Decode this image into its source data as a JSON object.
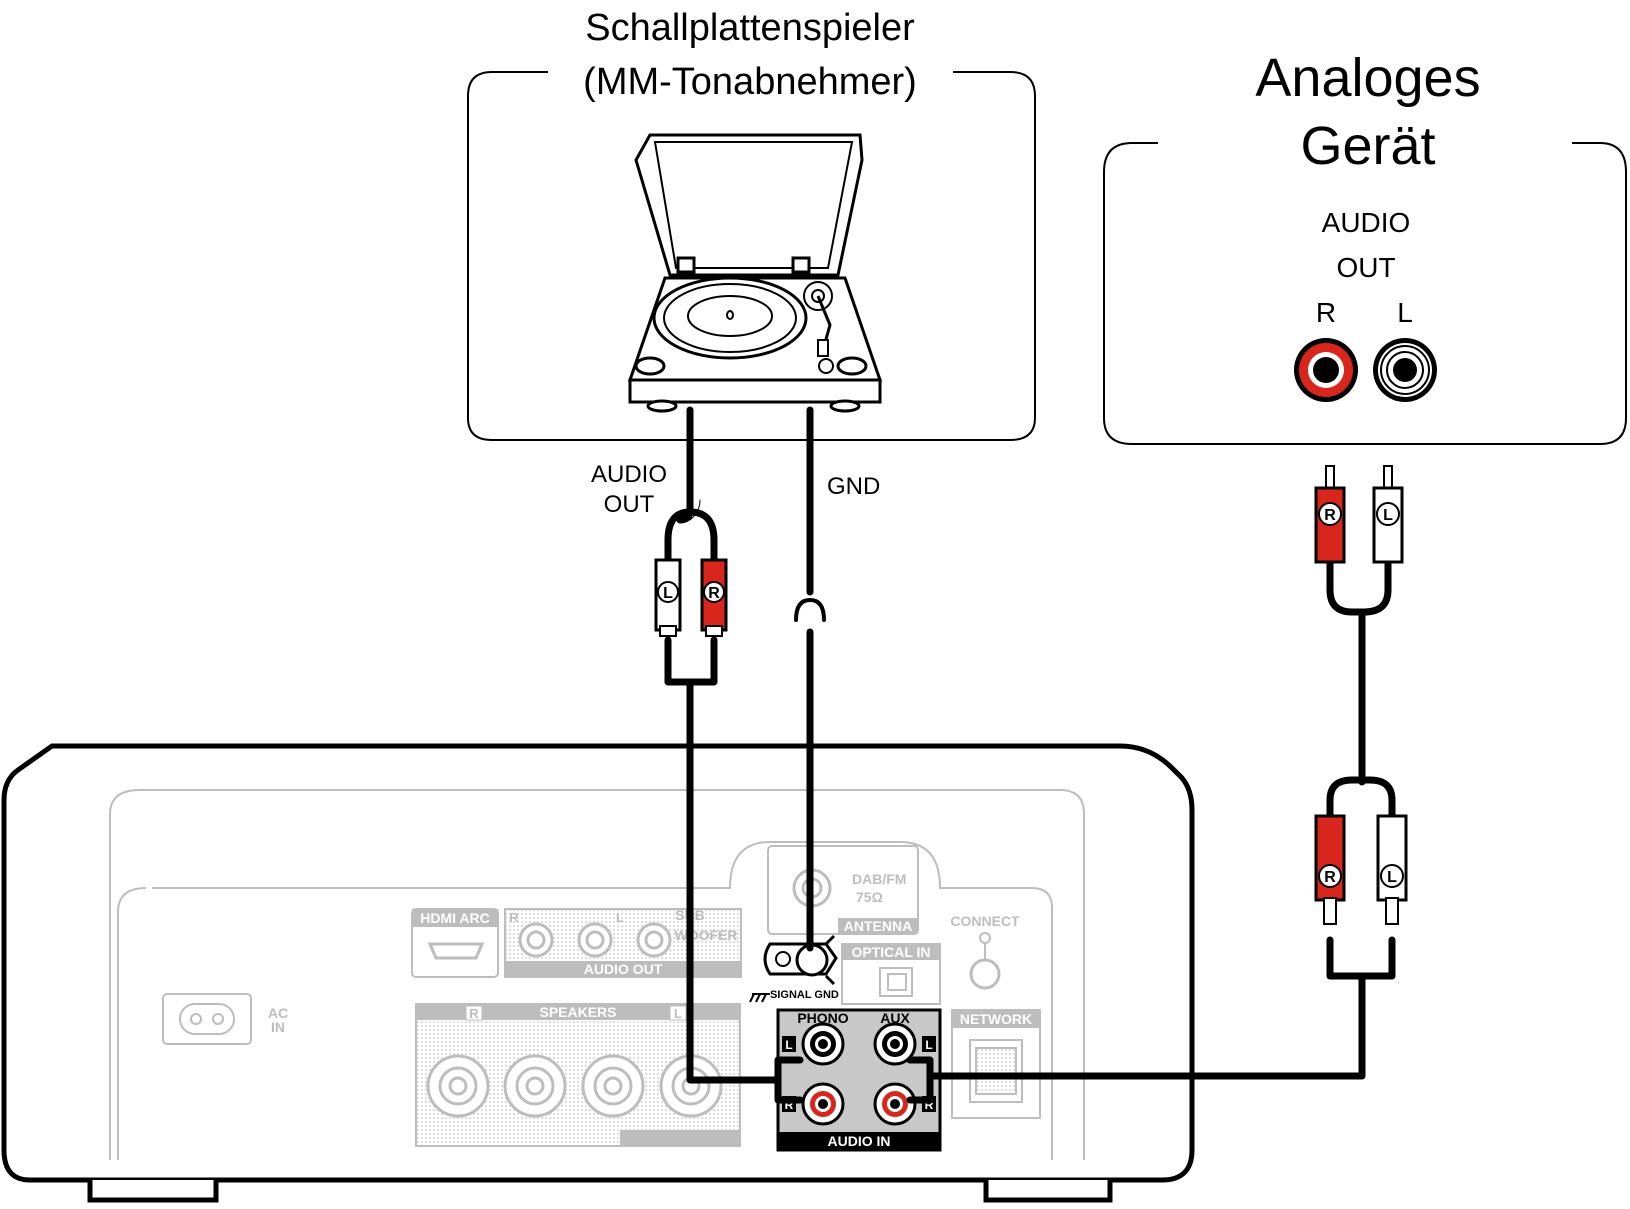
{
  "turntable": {
    "title_line1": "Schallplattenspieler",
    "title_line2": "(MM-Tonabnehmer)",
    "audio_out_line1": "AUDIO",
    "audio_out_line2": "OUT",
    "gnd_label": "GND"
  },
  "analog_device": {
    "title_line1": "Analoges",
    "title_line2": "Gerät",
    "audio_out_line1": "AUDIO",
    "audio_out_line2": "OUT",
    "jack_r": "R",
    "jack_l": "L"
  },
  "plugs": {
    "left": "L",
    "right": "R"
  },
  "receiver": {
    "hdmi_arc": "HDMI ARC",
    "audio_out": "AUDIO OUT",
    "subwoofer_line1": "SUB",
    "subwoofer_line2": "WOOFER",
    "out_r": "R",
    "out_l": "L",
    "dab_fm_line1": "DAB/FM",
    "dab_fm_line2": "75Ω",
    "antenna": "ANTENNA",
    "connect": "CONNECT",
    "optical_in": "OPTICAL IN",
    "signal_gnd": "SIGNAL GND",
    "ac_line1": "AC",
    "ac_line2": "IN",
    "speakers": "SPEAKERS",
    "speakers_r": "R",
    "speakers_l": "L",
    "phono": "PHONO",
    "aux": "AUX",
    "audio_in": "AUDIO IN",
    "network": "NETWORK",
    "jack_l": "L",
    "jack_r": "R"
  },
  "colors": {
    "red": "#d8261c",
    "white": "#ffffff",
    "black": "#000000",
    "panel_gray": "#bdbdbd",
    "audio_in_panel": "#c8c8c8"
  }
}
